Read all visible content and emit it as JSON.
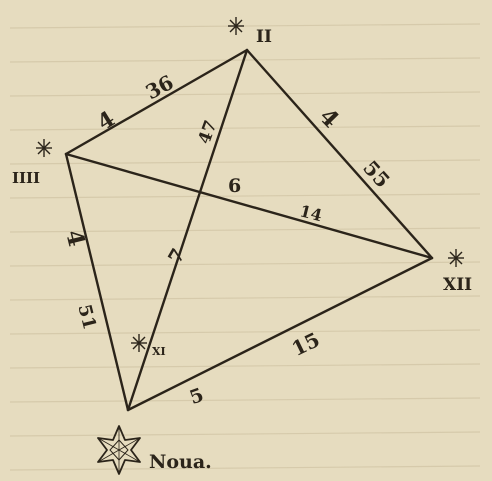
{
  "stars": {
    "II": "II",
    "IIII": "IIII",
    "XII": "XII",
    "XI": "XI",
    "nova": "Noua."
  },
  "distances": {
    "IIII_II_upper": "36",
    "IIII_II_lower": "4",
    "II_XII_upper": "4",
    "II_XII_lower": "55",
    "IIII_nova_upper": "4",
    "IIII_nova_lower": "51",
    "nova_XII_lower": "5",
    "nova_XII_upper": "15",
    "II_nova_upper": "47",
    "II_nova_lower": "7",
    "IIII_XII_left": "6",
    "IIII_XII_right": "14"
  },
  "colors": {
    "paper": "#e6dcbf",
    "ink": "#2b241a"
  }
}
